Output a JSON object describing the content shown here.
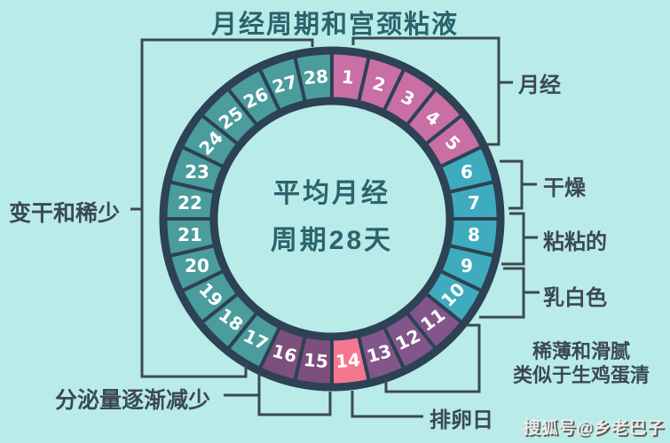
{
  "title": "月经周期和宫颈粘液",
  "center_text": {
    "line1": "平均月经",
    "line2": "周期28天"
  },
  "ring": {
    "total_days": 28,
    "days": [
      1,
      2,
      3,
      4,
      5,
      6,
      7,
      8,
      9,
      10,
      11,
      12,
      13,
      14,
      15,
      16,
      17,
      18,
      19,
      20,
      21,
      22,
      23,
      24,
      25,
      26,
      27,
      28
    ]
  },
  "phases": [
    {
      "name": "menstruation",
      "label": "月经",
      "day_start": 1,
      "day_end": 5,
      "color": "#c96fa4"
    },
    {
      "name": "dry",
      "label": "干燥",
      "day_start": 6,
      "day_end": 7,
      "color": "#3fabbe"
    },
    {
      "name": "sticky",
      "label": "粘粘的",
      "day_start": 8,
      "day_end": 9,
      "color": "#3fabbe"
    },
    {
      "name": "milky-white",
      "label": "乳白色",
      "day_start": 10,
      "day_end": 10,
      "color": "#3fabbe"
    },
    {
      "name": "thin-slippery",
      "label_line1": "稀薄和滑腻",
      "label_line2": "类似于生鸡蛋清",
      "day_start": 11,
      "day_end": 13,
      "color": "#82568a"
    },
    {
      "name": "ovulation-day",
      "label": "排卵日",
      "day_start": 14,
      "day_end": 14,
      "color": "#f3788f"
    },
    {
      "name": "decreasing-secretion",
      "label": "分泌量逐渐减少",
      "day_start": 15,
      "day_end": 16,
      "color": "#7d4f7d"
    },
    {
      "name": "drying-scarce",
      "label": "变干和稀少",
      "day_start": 17,
      "day_end": 28,
      "color": "#4a9c9d"
    }
  ],
  "watermark": "搜狐号@乡老巴子",
  "colors": {
    "background": "#b9ebe9",
    "ring_border": "#2d4254",
    "title_text": "#2a646c",
    "center_text": "#2a646c",
    "label_text": "#3b4a50",
    "callout_line": "#3b4a50",
    "day_number_text": "#ffffff"
  }
}
